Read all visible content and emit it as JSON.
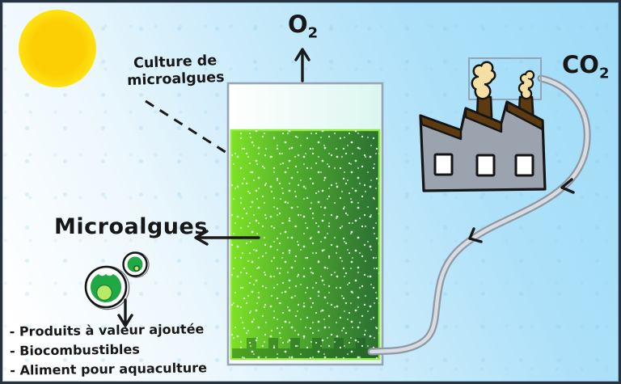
{
  "labels": {
    "culture": {
      "line1": "Culture de",
      "line2": "microalgues"
    },
    "o2": {
      "main": "O",
      "sub": "2"
    },
    "co2": {
      "main": "CO",
      "sub": "2"
    },
    "microalgues": "Microalgues"
  },
  "products": {
    "items": [
      "- Produits à valeur ajoutée",
      "- Biocombustibles",
      "- Aliment  pour aquaculture"
    ]
  },
  "colors": {
    "background_blue": "#a2dcf8",
    "ink": "#1a1a1a",
    "sun": "#fccf05",
    "sun_edge": "#ffe312",
    "tank_stroke": "#97a6b4",
    "headspace_left": "#ffffff",
    "headspace_right": "#dcf6f0",
    "liquid_light": "#7de226",
    "liquid_mid": "#4aa42c",
    "liquid_dark": "#2b6f33",
    "liquid_stroke": "#8aef36",
    "sediment": "#14521f",
    "bubble_white": "#ffffff",
    "tube_gray": "#8f98a3",
    "tube_light": "#d9dde2",
    "factory_gray": "#9aa3ae",
    "roof_brown": "#5d3a10",
    "window_white": "#ffffff",
    "smoke_cream": "#f6dfa2",
    "smoke_box_stroke": "#8fa6b8",
    "cell_green": "#1fa843",
    "cell_nucleus": "#b8ea67"
  }
}
